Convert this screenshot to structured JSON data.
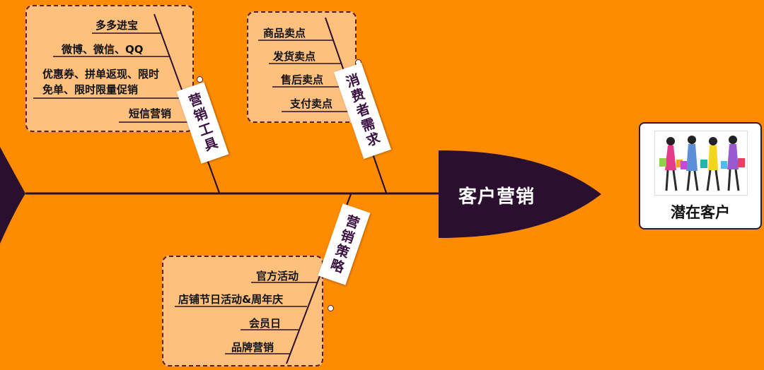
{
  "fishbone": {
    "head": {
      "label": "客户营销"
    },
    "target": {
      "label": "潜在客户",
      "image": "shopping-women-illustration"
    },
    "categories": [
      {
        "label": "营销工具",
        "items": [
          "多多进宝",
          "微博、微信、QQ",
          "优惠券、拼单返现、限时免单、限时限量促销",
          "短信营销"
        ]
      },
      {
        "label": "消费者需求",
        "items": [
          "商品卖点",
          "发货卖点",
          "售后卖点",
          "支付卖点"
        ]
      },
      {
        "label": "营销策略",
        "items": [
          "官方活动",
          "店铺节日活动&周年庆",
          "会员日",
          "品牌营销"
        ]
      }
    ],
    "colors": {
      "background": "#ff8c00",
      "box_fill": "#fdc07d",
      "line": "#2a0f2e",
      "head_fill": "#2a0f2e"
    }
  }
}
